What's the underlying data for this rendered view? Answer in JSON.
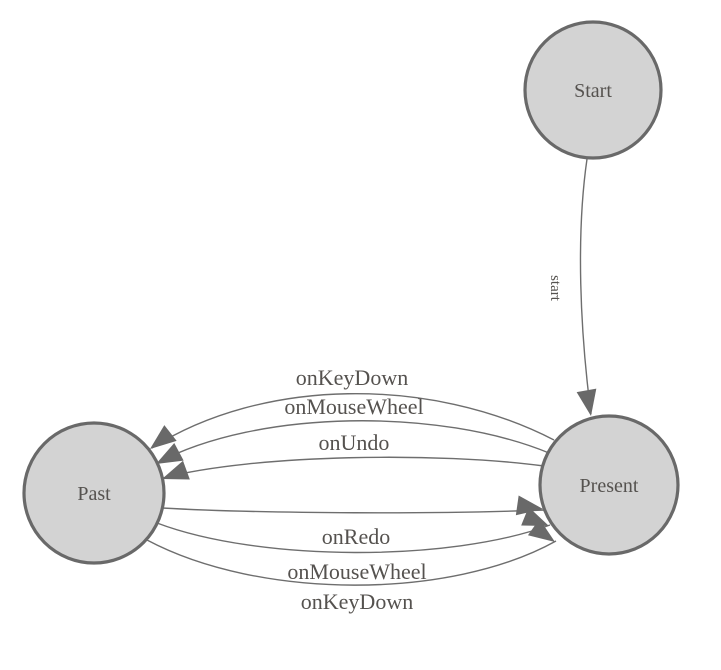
{
  "diagram": {
    "type": "finite-state-machine",
    "background_color": "#ffffff",
    "colors": {
      "node_fill": "#d3d3d3",
      "node_stroke": "#696969",
      "edge_stroke": "#6e6e6e",
      "arrowhead_fill": "#696969",
      "label_text": "#55524f"
    },
    "nodes": [
      {
        "id": "start",
        "label": "Start"
      },
      {
        "id": "past",
        "label": "Past"
      },
      {
        "id": "present",
        "label": "Present"
      }
    ],
    "edges": [
      {
        "label": "start",
        "from": "start",
        "to": "present"
      },
      {
        "label": "onKeyDown",
        "from": "present",
        "to": "past"
      },
      {
        "label": "onMouseWheel",
        "from": "present",
        "to": "past"
      },
      {
        "label": "onUndo",
        "from": "present",
        "to": "past"
      },
      {
        "label": "onRedo",
        "from": "past",
        "to": "present"
      },
      {
        "label": "onMouseWheel",
        "from": "past",
        "to": "present"
      },
      {
        "label": "onKeyDown",
        "from": "past",
        "to": "present"
      }
    ]
  }
}
